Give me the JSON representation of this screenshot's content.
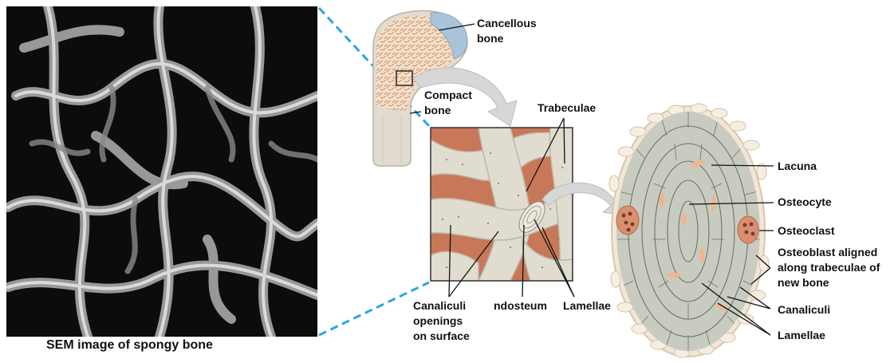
{
  "caption": "SEM image of spongy bone",
  "labels": {
    "cancellous": [
      "Cancellous",
      "bone"
    ],
    "compact": [
      "Compact",
      "bone"
    ],
    "trabeculae": "Trabeculae",
    "canaliculi_openings": [
      "Canaliculi",
      "openings",
      "on surface"
    ],
    "endosteum": "ndosteum",
    "lamellae_mid": "Lamellae",
    "lacuna": "Lacuna",
    "osteocyte": "Osteocyte",
    "osteoclast": "Osteoclast",
    "osteoblast": [
      "Osteoblast aligned",
      "along trabeculae of",
      "new bone"
    ],
    "canaliculi_right": "Canaliculi",
    "lamellae_right": "Lamellae"
  },
  "colors": {
    "sem_background": "#0c0c0c",
    "sem_struts": "#c9c9c9",
    "cancellous_fill": "#e8c8a8",
    "cartilage_cap": "#a9c4d8",
    "bone_shaft": "#e2dcd0",
    "marrow_red": "#c87858",
    "trabecula_fill": "#e0dcd0",
    "osteon_cell": "#c8cbc0",
    "osteoclast": "#d89070",
    "dashed_line": "#29a7e0",
    "arrow_fill": "#d7d7d7"
  }
}
